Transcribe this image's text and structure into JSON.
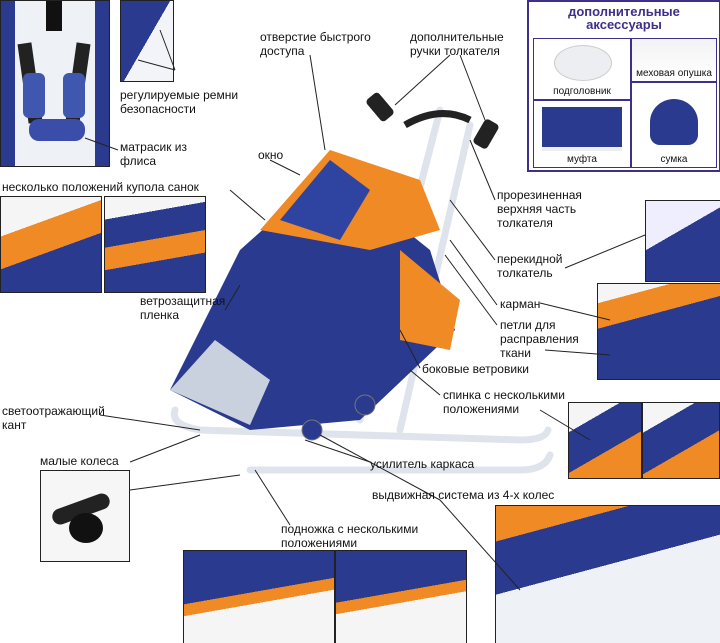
{
  "accessories": {
    "title_line1": "дополнительные",
    "title_line2": "аксессуары",
    "items": [
      "подголовник",
      "меховая опушка",
      "муфта",
      "сумка"
    ]
  },
  "labels": {
    "quick_access": [
      "отверстие быстрого",
      "доступа"
    ],
    "extra_handles": [
      "дополнительные",
      "ручки толкателя"
    ],
    "safety_belts": [
      "регулируемые ремни",
      "безопасности"
    ],
    "fleece_mattress": [
      "матрасик из",
      "флиса"
    ],
    "window": "окно",
    "canopy_positions": "несколько положений купола санок",
    "rubber_handle": [
      "прорезиненная",
      "верхняя часть",
      "толкателя"
    ],
    "reversible_handle": [
      "перекидной",
      "толкатель"
    ],
    "wind_film": [
      "ветрозащитная",
      "пленка"
    ],
    "pocket": "карман",
    "loops": [
      "петли для",
      "расправления",
      "ткани"
    ],
    "side_windbreaks": "боковые ветровики",
    "reflective_edge": [
      "светоотражающий",
      "кант"
    ],
    "backrest": [
      "спинка с несколькими",
      "положениями"
    ],
    "small_wheels": "малые колеса",
    "frame_reinforcement": "усилитель каркаса",
    "wheel_system": "выдвижная система  из 4-х колес",
    "footrest": [
      "подножка с несколькими",
      "положениями"
    ]
  },
  "colors": {
    "navy": "#2a3a8f",
    "orange": "#f08a24",
    "frame": "#e8ecf2",
    "accent": "#3d2f8a"
  }
}
